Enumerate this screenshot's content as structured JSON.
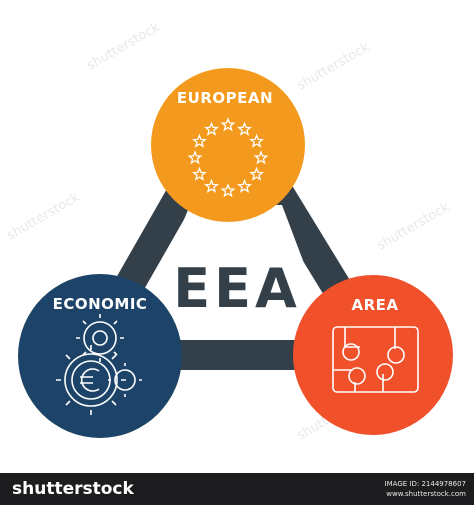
{
  "diagram": {
    "center_title": "EEA",
    "nodes": {
      "european": {
        "label": "EUROPEAN",
        "color": "#f39a1e"
      },
      "economic": {
        "label": "ECONOMIC",
        "color": "#1d4468"
      },
      "area": {
        "label": "AREA",
        "color": "#f0502a"
      }
    },
    "connector_color": "#344049",
    "stars_count": 12
  },
  "watermark": {
    "text": "shutterstock"
  },
  "footer": {
    "brand": "shutterstock",
    "image_id": "IMAGE ID: 2144978607",
    "site": "www.shutterstock.com"
  }
}
